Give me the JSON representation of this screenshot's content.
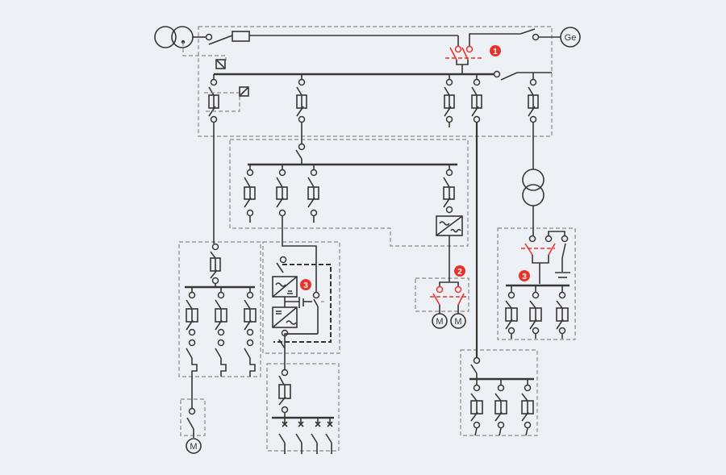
{
  "diagram": {
    "type": "single-line electrical distribution diagram",
    "background": "#edf1f5",
    "line_color": "#3a3535",
    "accent_color": "#e8332a",
    "generator_label": "Ge",
    "motor_label": "M",
    "badges": [
      {
        "id": "badge-1",
        "text": "1",
        "meaning": "automatic transfer switch (mains / generator)"
      },
      {
        "id": "badge-2",
        "text": "2",
        "meaning": "motor reversing / changeover switches"
      },
      {
        "id": "badge-3a",
        "text": "3",
        "meaning": "UPS bypass switching"
      },
      {
        "id": "badge-3b",
        "text": "3",
        "meaning": "transfer switch with earthing"
      }
    ],
    "sections": [
      "main-switchboard",
      "sub-distribution-board",
      "motor-distribution",
      "ups-section",
      "ups-output-board",
      "motor-starter-group",
      "transformer-secondary-board",
      "final-distribution-board",
      "single-motor-isolator"
    ]
  }
}
